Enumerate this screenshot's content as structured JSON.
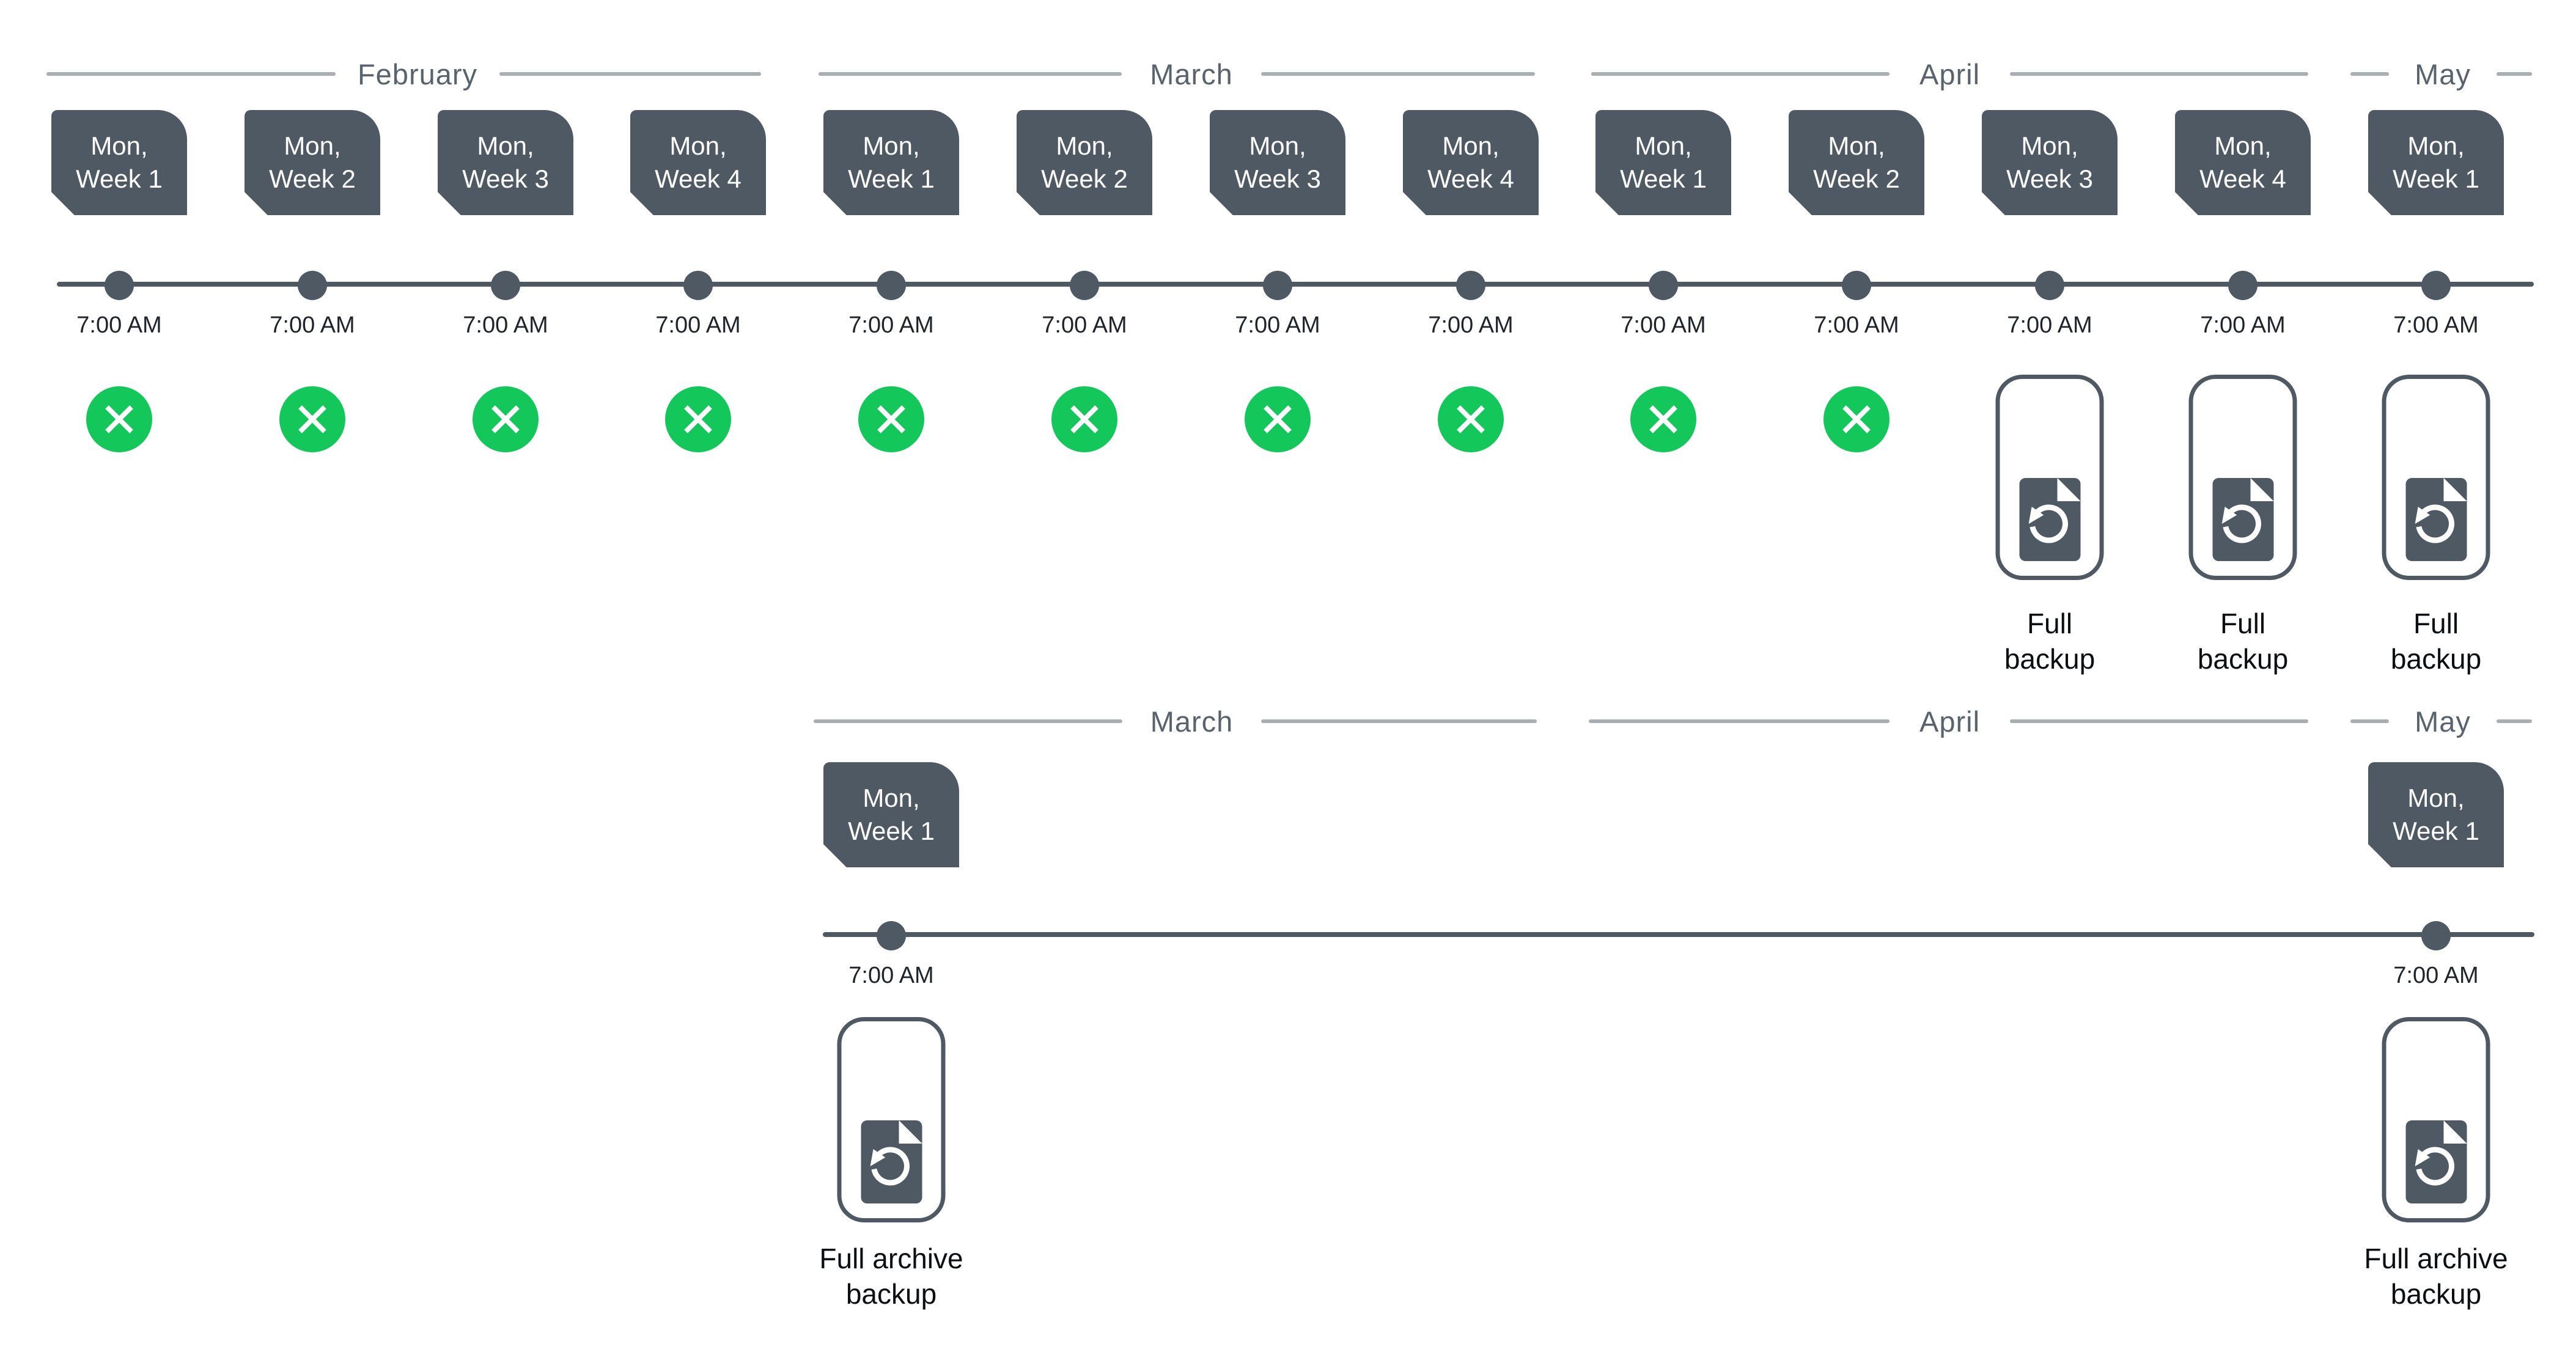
{
  "colors": {
    "slate": "#4f5963",
    "green": "#13c75a",
    "month_line": "#a9aeb3",
    "month_text": "#59636d",
    "time_text": "#1e242a",
    "label_text": "#0c0f12",
    "background": "#ffffff"
  },
  "icons": {
    "deleted_marker": "x-circle-icon",
    "backup_marker": "document-restore-icon"
  },
  "timeline1": {
    "months": [
      {
        "label": "February"
      },
      {
        "label": "March"
      },
      {
        "label": "April"
      },
      {
        "label": "May"
      }
    ],
    "columns": [
      {
        "day": "Mon,",
        "week": "Week 1",
        "time": "7:00 AM",
        "marker": "deleted"
      },
      {
        "day": "Mon,",
        "week": "Week 2",
        "time": "7:00 AM",
        "marker": "deleted"
      },
      {
        "day": "Mon,",
        "week": "Week 3",
        "time": "7:00 AM",
        "marker": "deleted"
      },
      {
        "day": "Mon,",
        "week": "Week 4",
        "time": "7:00 AM",
        "marker": "deleted"
      },
      {
        "day": "Mon,",
        "week": "Week 1",
        "time": "7:00 AM",
        "marker": "deleted"
      },
      {
        "day": "Mon,",
        "week": "Week 2",
        "time": "7:00 AM",
        "marker": "deleted"
      },
      {
        "day": "Mon,",
        "week": "Week 3",
        "time": "7:00 AM",
        "marker": "deleted"
      },
      {
        "day": "Mon,",
        "week": "Week 4",
        "time": "7:00 AM",
        "marker": "deleted"
      },
      {
        "day": "Mon,",
        "week": "Week 1",
        "time": "7:00 AM",
        "marker": "deleted"
      },
      {
        "day": "Mon,",
        "week": "Week 2",
        "time": "7:00 AM",
        "marker": "deleted"
      },
      {
        "day": "Mon,",
        "week": "Week 3",
        "time": "7:00 AM",
        "marker": "full_backup",
        "label_line1": "Full",
        "label_line2": "backup"
      },
      {
        "day": "Mon,",
        "week": "Week 4",
        "time": "7:00 AM",
        "marker": "full_backup",
        "label_line1": "Full",
        "label_line2": "backup"
      },
      {
        "day": "Mon,",
        "week": "Week 1",
        "time": "7:00 AM",
        "marker": "full_backup",
        "label_line1": "Full",
        "label_line2": "backup"
      }
    ]
  },
  "timeline2": {
    "months": [
      {
        "label": "March"
      },
      {
        "label": "April"
      },
      {
        "label": "May"
      }
    ],
    "columns": [
      {
        "day": "Mon,",
        "week": "Week 1",
        "time": "7:00 AM",
        "marker": "full_archive_backup",
        "label_line1": "Full archive",
        "label_line2": "backup"
      },
      {
        "day": "Mon,",
        "week": "Week 1",
        "time": "7:00 AM",
        "marker": "full_archive_backup",
        "label_line1": "Full archive",
        "label_line2": "backup"
      }
    ]
  }
}
